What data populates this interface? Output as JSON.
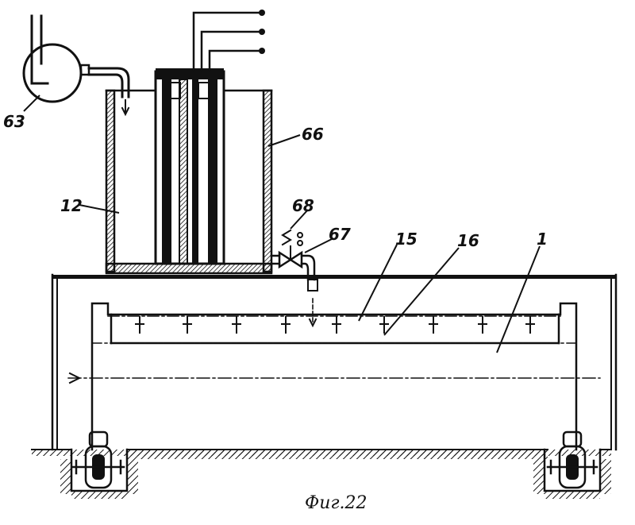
{
  "figure": {
    "caption": "Фиг.22",
    "labels": {
      "l63": "63",
      "l66": "66",
      "l12": "12",
      "l68": "68",
      "l67": "67",
      "l15": "15",
      "l16": "16",
      "l1": "1"
    }
  },
  "colors": {
    "ink": "#111111",
    "paper": "#ffffff"
  }
}
